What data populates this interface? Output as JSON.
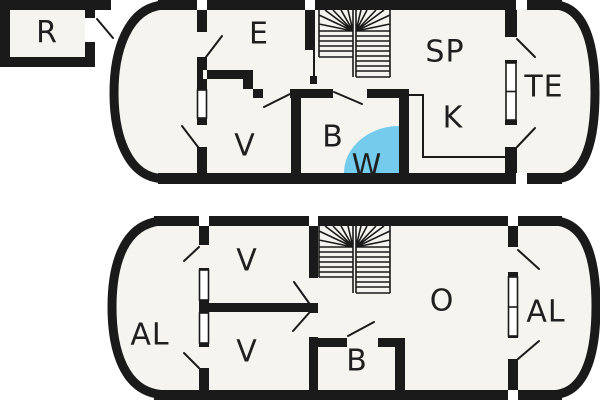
{
  "colors": {
    "wall": "#1a1a1a",
    "floor": "#f5f4ee",
    "background": "#ffffff",
    "highlight": "#74cbec",
    "label": "#1f1f1f"
  },
  "floors": {
    "upper": {
      "rooms": {
        "r": "R",
        "e": "E",
        "v": "V",
        "b": "B",
        "w": "W",
        "sp": "SP",
        "k": "K",
        "te": "TE"
      }
    },
    "lower": {
      "rooms": {
        "al_left": "AL",
        "v_top": "V",
        "v_bottom": "V",
        "o": "O",
        "b": "B",
        "al_right": "AL"
      }
    }
  }
}
